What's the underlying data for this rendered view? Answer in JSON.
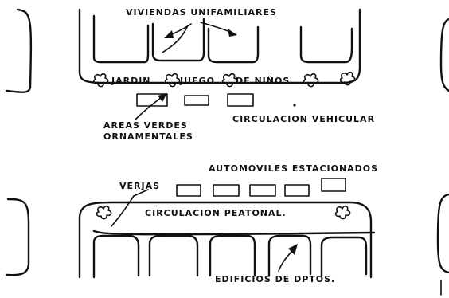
{
  "labels": {
    "viviendas": "VIVIENDAS UNIFAMILIARES",
    "jardin": "JARDIN",
    "juego": "JUEGO",
    "de_ninos": "DE NIÑOS",
    "areas_line1": "AREAS VERDES",
    "areas_line2": "ORNAMENTALES",
    "circ_vehicular": "CIRCULACION VEHICULAR",
    "automoviles": "AUTOMOVILES ESTACIONADOS",
    "verjas": "VERJAS",
    "circ_peatonal": "CIRCULACION PEATONAL.",
    "edificios": "EDIFICIOS DE DPTOS."
  }
}
